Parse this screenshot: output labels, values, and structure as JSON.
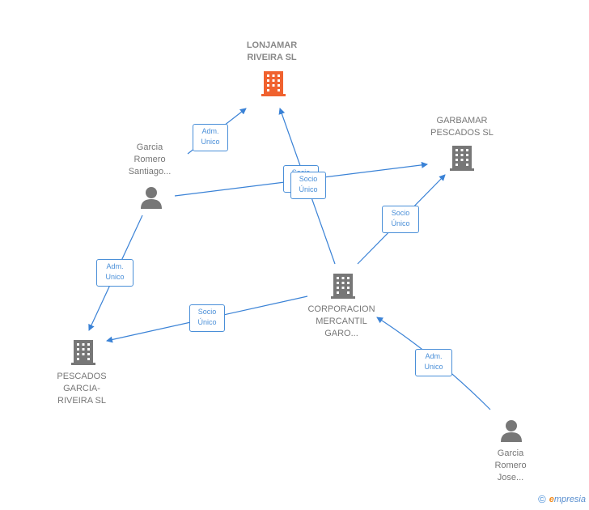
{
  "nodes": {
    "lonjamar": {
      "line1": "LONJAMAR",
      "line2": "RIVEIRA  SL"
    },
    "garbamar": {
      "line1": "GARBAMAR",
      "line2": "PESCADOS SL"
    },
    "corporacion": {
      "line1": "CORPORACION",
      "line2": "MERCANTIL",
      "line3": "GARO..."
    },
    "pescados": {
      "line1": "PESCADOS",
      "line2": "GARCIA-",
      "line3": "RIVEIRA SL"
    },
    "garcia_santiago": {
      "line1": "Garcia",
      "line2": "Romero",
      "line3": "Santiago..."
    },
    "garcia_jose": {
      "line1": "Garcia",
      "line2": "Romero",
      "line3": "Jose..."
    }
  },
  "edges": {
    "adm1": {
      "line1": "Adm.",
      "line2": "Unico"
    },
    "adm2": {
      "line1": "Adm.",
      "line2": "Unico"
    },
    "adm3": {
      "line1": "Adm.",
      "line2": "Unico"
    },
    "socio1": {
      "line1": "Socio",
      "line2": "Único"
    },
    "socio2": {
      "line1": "Socio",
      "line2": "Único"
    },
    "socio3": {
      "line1": "Socio",
      "line2": "Único"
    }
  },
  "footer": {
    "copyright": "©",
    "brand_e": "e",
    "brand_rest": "mpresia"
  },
  "colors": {
    "edge": "#3a82d6",
    "main_company": "#f0622f",
    "company": "#777777",
    "person": "#777777"
  }
}
